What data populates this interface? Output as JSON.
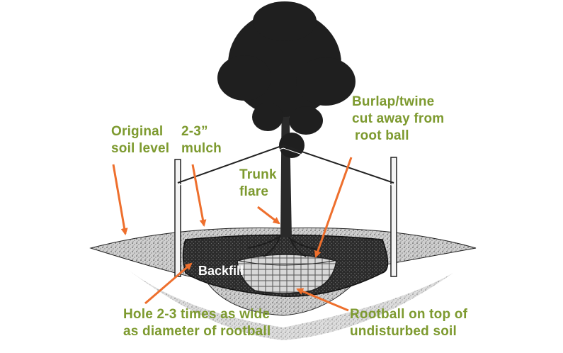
{
  "colors": {
    "label": "#7d9a2f",
    "arrow": "#ee6f2d",
    "soil": "#3a3a3a",
    "backfill_text": "#ffffff"
  },
  "labels": {
    "original_soil_level": {
      "line1": "Original",
      "line2": "soil level"
    },
    "mulch": {
      "line1": "2-3”",
      "line2": "mulch"
    },
    "trunk_flare": {
      "line1": "Trunk",
      "line2": "flare"
    },
    "burlap": {
      "line1": "Burlap/twine",
      "line2": "cut away from",
      "line3": "root ball"
    },
    "backfill": "Backfill",
    "hole": {
      "line1": "Hole 2-3 times as wide",
      "line2": "as diameter of rootball"
    },
    "rootball": {
      "line1": "Rootball on top of",
      "line2": "undisturbed soil"
    }
  }
}
